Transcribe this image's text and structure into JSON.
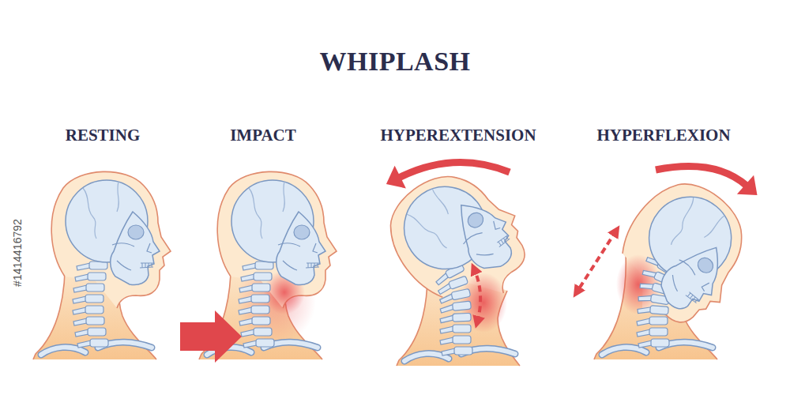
{
  "diagram": {
    "title": "WHIPLASH",
    "labels": [
      "RESTING",
      "IMPACT",
      "HYPEREXTENSION",
      "HYPERFLEXION",
      "#1414416792"
    ]
  }
}
